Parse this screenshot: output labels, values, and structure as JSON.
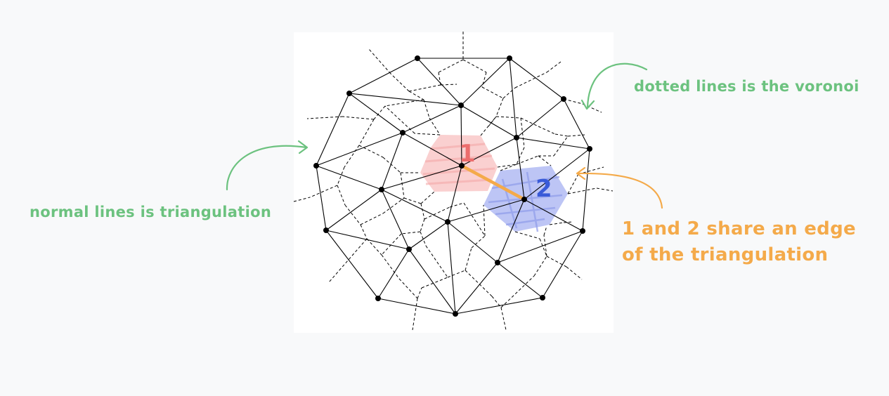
{
  "annotations": {
    "voronoi_note": "dotted lines is the voronoi",
    "triangulation_note": "normal lines is triangulation",
    "shared_edge_note": "1 and 2 share an edge of the triangulation"
  },
  "cells": {
    "first_number": "1",
    "second_number": "2"
  },
  "colors": {
    "canvas_background": "#f8f9fa",
    "figure_background": "#ffffff",
    "green_annotation": "#6cc27f",
    "orange_annotation": "#f4aa4a",
    "cell_one_fill": "#f9c8c8",
    "cell_one_number": "#ec6d6d",
    "cell_two_fill": "#b6bff4",
    "cell_two_number": "#3a5bd8",
    "lines": "#000000"
  },
  "icons": {
    "arrow_to_voronoi": "curved-arrow-icon",
    "arrow_to_triangulation": "curved-arrow-icon",
    "arrow_to_shared_edge": "curved-arrow-icon"
  }
}
